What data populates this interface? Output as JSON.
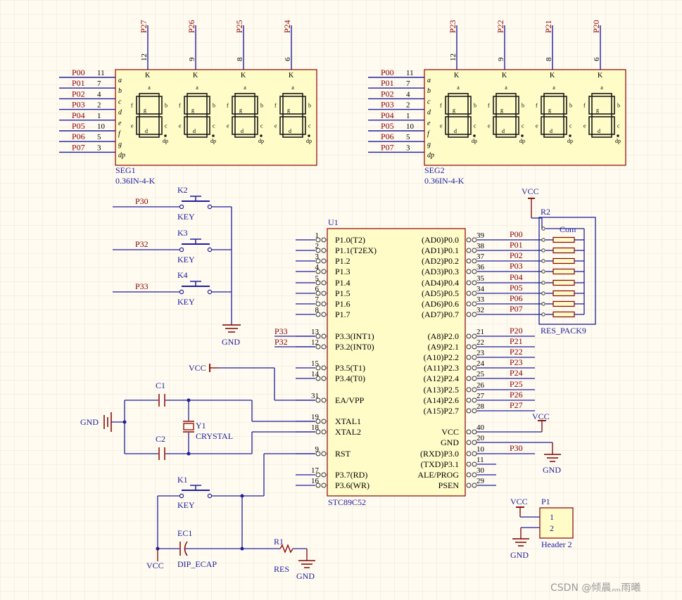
{
  "colors": {
    "background": "#fffbf0",
    "grid": "#ece6d8",
    "wire": "#1e1e9e",
    "component": "#8b0000",
    "text": "#1e1e9e",
    "power": "#7a0000",
    "body_fill": "#fffcc8",
    "watermark": "#9a9a9a"
  },
  "seg_common": {
    "model": "0.36IN-4-K",
    "seg_letters": [
      "a",
      "b",
      "c",
      "d",
      "e",
      "f",
      "g",
      "dp"
    ],
    "left_nets": [
      "P00",
      "P01",
      "P02",
      "P03",
      "P04",
      "P05",
      "P06",
      "P07"
    ],
    "left_pins": [
      "11",
      "7",
      "4",
      "2",
      "1",
      "10",
      "5",
      "3"
    ],
    "k": "K",
    "digit_label_a": "a",
    "digit_label_b": "b",
    "digit_label_c": "c",
    "digit_label_d": "d",
    "digit_label_e": "e",
    "digit_label_f": "f",
    "digit_label_g": "g",
    "digit_label_dp": "dp"
  },
  "seg1": {
    "designator": "SEG1",
    "top_nets": [
      "P27",
      "P26",
      "P25",
      "P24"
    ],
    "top_pins": [
      "12",
      "9",
      "8",
      "6"
    ]
  },
  "seg2": {
    "designator": "SEG2",
    "top_nets": [
      "P23",
      "P22",
      "P21",
      "P20"
    ],
    "top_pins": [
      "12",
      "9",
      "8",
      "6"
    ]
  },
  "keys_left": [
    {
      "designator": "K2",
      "value": "KEY",
      "net": "P30"
    },
    {
      "designator": "K3",
      "value": "KEY",
      "net": "P32"
    },
    {
      "designator": "K4",
      "value": "KEY",
      "net": "P33"
    }
  ],
  "gnd": "GND",
  "vcc": "VCC",
  "mcu": {
    "designator": "U1",
    "model": "STC89C52",
    "left_pins": [
      {
        "num": "1",
        "name": "P1.0(T2)"
      },
      {
        "num": "2",
        "name": "P1.1(T2EX)"
      },
      {
        "num": "3",
        "name": "P1.2"
      },
      {
        "num": "4",
        "name": "P1.3"
      },
      {
        "num": "5",
        "name": "P1.4"
      },
      {
        "num": "6",
        "name": "P1.5"
      },
      {
        "num": "7",
        "name": "P1.6"
      },
      {
        "num": "8",
        "name": "P1.7"
      },
      {
        "num": "13",
        "name": "P3.3(INT1)"
      },
      {
        "num": "12",
        "name": "P3.2(INT0)"
      },
      {
        "num": "15",
        "name": "P3.5(T1)"
      },
      {
        "num": "14",
        "name": "P3.4(T0)"
      },
      {
        "num": "31",
        "name": "EA/VPP"
      },
      {
        "num": "19",
        "name": "XTAL1"
      },
      {
        "num": "18",
        "name": "XTAL2"
      },
      {
        "num": "9",
        "name": "RST"
      },
      {
        "num": "17",
        "name": "P3.7(RD)"
      },
      {
        "num": "16",
        "name": "P3.6(WR)"
      }
    ],
    "right_pins": [
      {
        "num": "39",
        "name": "(AD0)P0.0"
      },
      {
        "num": "38",
        "name": "(AD1)P0.1"
      },
      {
        "num": "37",
        "name": "(AD2)P0.2"
      },
      {
        "num": "36",
        "name": "(AD3)P0.3"
      },
      {
        "num": "35",
        "name": "(AD4)P0.4"
      },
      {
        "num": "34",
        "name": "(AD5)P0.5"
      },
      {
        "num": "33",
        "name": "(AD6)P0.6"
      },
      {
        "num": "32",
        "name": "(AD7)P0.7"
      },
      {
        "num": "21",
        "name": "(A8)P2.0"
      },
      {
        "num": "22",
        "name": "(A9)P2.1"
      },
      {
        "num": "23",
        "name": "(A10)P2.2"
      },
      {
        "num": "24",
        "name": "(A11)P2.3"
      },
      {
        "num": "25",
        "name": "(A12)P2.4"
      },
      {
        "num": "26",
        "name": "(A13)P2.5"
      },
      {
        "num": "27",
        "name": "(A14)P2.6"
      },
      {
        "num": "28",
        "name": "(A15)P2.7"
      },
      {
        "num": "40",
        "name": "VCC"
      },
      {
        "num": "20",
        "name": "GND"
      },
      {
        "num": "10",
        "name": "(RXD)P3.0"
      },
      {
        "num": "11",
        "name": "(TXD)P3.1"
      },
      {
        "num": "30",
        "name": "ALE/PROG"
      },
      {
        "num": "29",
        "name": "PSEN"
      }
    ],
    "left_nets": {
      "p33": "P33",
      "p32": "P32"
    },
    "p0_nets": [
      "P00",
      "P01",
      "P02",
      "P03",
      "P04",
      "P05",
      "P06",
      "P07"
    ],
    "p2_nets": [
      "P20",
      "P21",
      "P22",
      "P23",
      "P24",
      "P25",
      "P26",
      "P27"
    ],
    "p30_net": "P30"
  },
  "respack": {
    "designator": "R2",
    "model": "RES_PACK9",
    "com": "Com"
  },
  "crystal": {
    "c1": "C1",
    "c2": "C2",
    "y1": "Y1",
    "y1_value": "CRYSTAL"
  },
  "reset": {
    "k1": "K1",
    "k1_value": "KEY",
    "ec1": "EC1",
    "ec1_value": "DIP_ECAP",
    "r1": "R1",
    "r1_value": "RES"
  },
  "header": {
    "designator": "P1",
    "pin1": "1",
    "pin2": "2",
    "model": "Header 2"
  },
  "watermark": "CSDN @倾晨灬雨曦"
}
